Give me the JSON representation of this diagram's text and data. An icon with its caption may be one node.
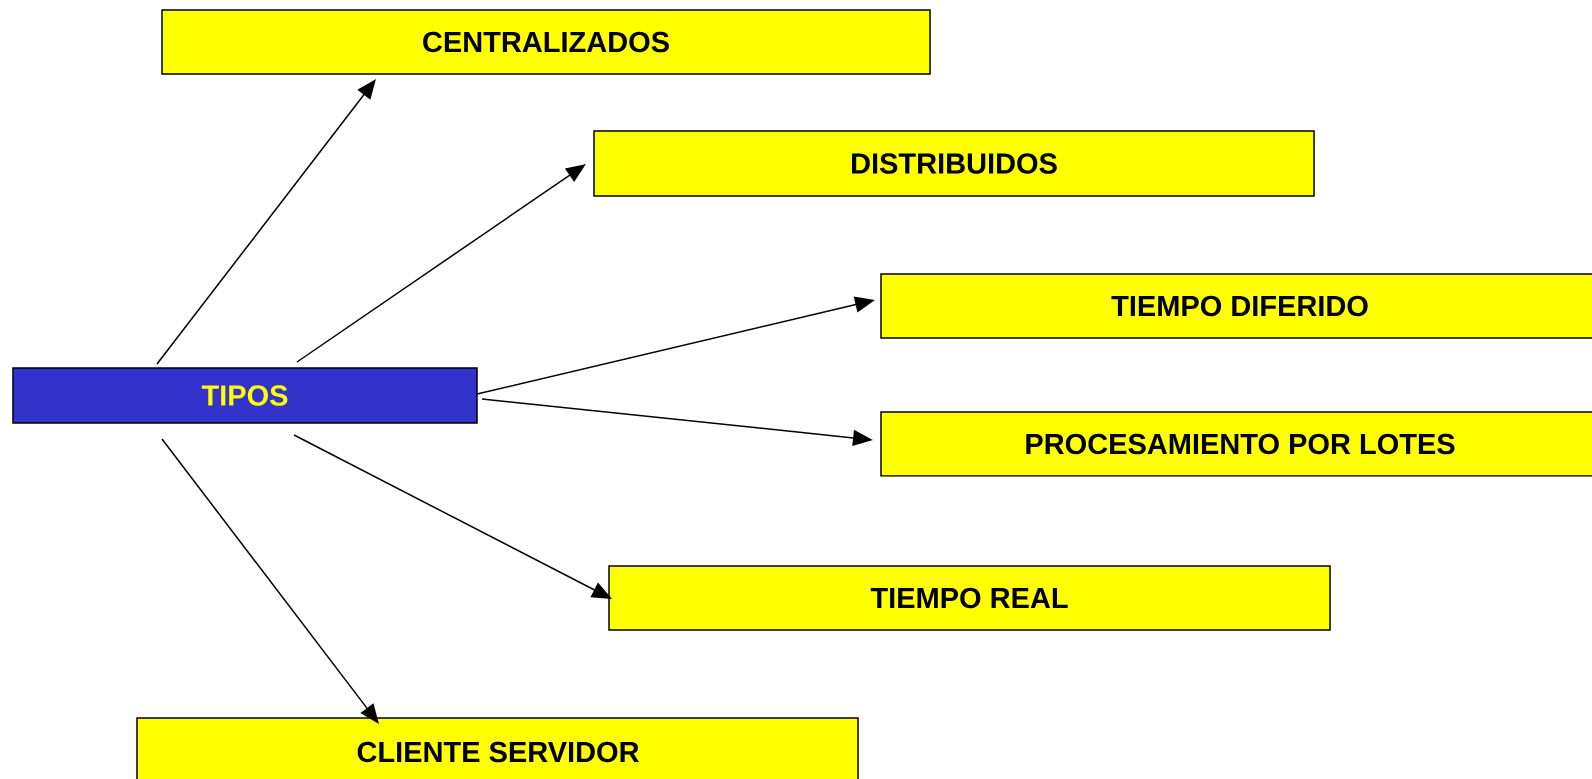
{
  "diagram": {
    "nodes": [
      {
        "text": [
          "TIPOS"
        ]
      },
      {
        "text": [
          "CENTRALIZADOS"
        ]
      },
      {
        "text": [
          "DISTRIBUIDOS"
        ]
      },
      {
        "text": [
          "TIEMPO DIFERIDO"
        ]
      },
      {
        "text": [
          "PROCESAMIENTO POR LOTES"
        ]
      },
      {
        "text": [
          "TIEMPO REAL"
        ]
      },
      {
        "text": [
          "CLIENTE SERVIDOR"
        ]
      }
    ],
    "edges": [
      {
        "from": 0,
        "to": 1,
        "arrow": "to"
      },
      {
        "from": 0,
        "to": 2,
        "arrow": "to"
      },
      {
        "from": 0,
        "to": 3,
        "arrow": "to"
      },
      {
        "from": 0,
        "to": 4,
        "arrow": "to"
      },
      {
        "from": 0,
        "to": 5,
        "arrow": "to"
      },
      {
        "from": 0,
        "to": 6,
        "arrow": "to"
      }
    ]
  }
}
